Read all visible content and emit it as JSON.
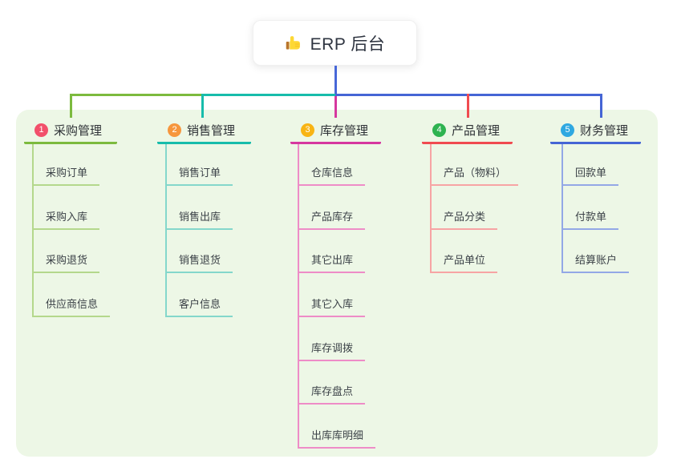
{
  "root": {
    "label": "ERP 后台",
    "icon": "thumbs-up-icon"
  },
  "colors": {
    "panel": "#edf7e6",
    "stem": "#4767d8",
    "b1-line": "#7cba3e",
    "b1-sub": "#b4d88c",
    "b1-badge": "#f2506b",
    "b2-line": "#17bcab",
    "b2-sub": "#84d7cb",
    "b2-badge": "#f6963d",
    "b3-line": "#d6379f",
    "b3-sub": "#ee8cc7",
    "b3-badge": "#f8b414",
    "b4-line": "#f04b50",
    "b4-sub": "#f7a4a4",
    "b4-badge": "#2eb350",
    "b5-line": "#4565d5",
    "b5-sub": "#93a8e6",
    "b5-badge": "#2fa8e1"
  },
  "branches": [
    {
      "badge": "1",
      "label": "采购管理",
      "items": [
        "采购订单",
        "采购入库",
        "采购退货",
        "供应商信息"
      ]
    },
    {
      "badge": "2",
      "label": "销售管理",
      "items": [
        "销售订单",
        "销售出库",
        "销售退货",
        "客户信息"
      ]
    },
    {
      "badge": "3",
      "label": "库存管理",
      "items": [
        "仓库信息",
        "产品库存",
        "其它出库",
        "其它入库",
        "库存调拨",
        "库存盘点",
        "出库库明细"
      ]
    },
    {
      "badge": "4",
      "label": "产品管理",
      "items": [
        "产品（物料）",
        "产品分类",
        "产品单位"
      ]
    },
    {
      "badge": "5",
      "label": "财务管理",
      "items": [
        "回款单",
        "付款单",
        "结算账户"
      ]
    }
  ]
}
